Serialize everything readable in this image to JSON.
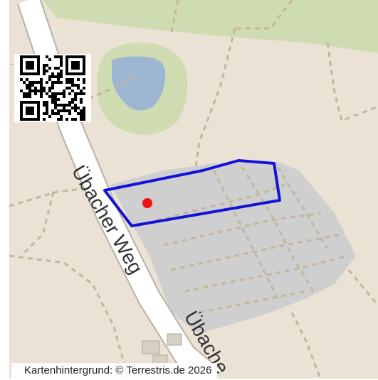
{
  "map": {
    "road_label_1": "Übacher Weg",
    "road_label_2": "Übache",
    "attribution": "Kartenhintergrund: © Terrestris.de 2026",
    "left_edge_mark": "·",
    "colors": {
      "background": "#eae3d5",
      "green_area": "#cfdcb2",
      "water": "#9db7d3",
      "parcel_fill": "#cfcfcf",
      "boundary": "#1313d8",
      "marker": "#ee1111",
      "road": "#ffffff",
      "road_casing": "#b8b1a4",
      "path": "#c4b59c"
    },
    "icons": [
      "qr-code-icon",
      "location-marker-icon"
    ]
  }
}
